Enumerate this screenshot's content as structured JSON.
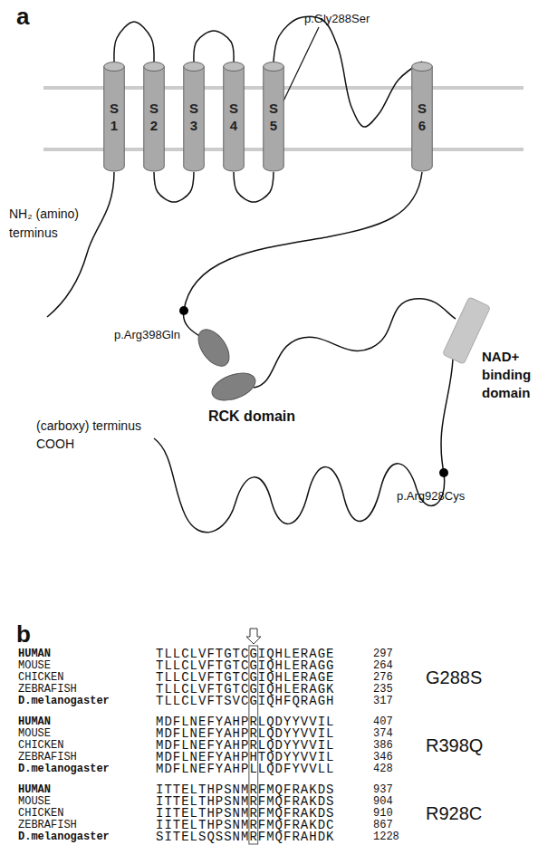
{
  "diagram": {
    "nodes": [
      {
        "text": [
          "S 1"
        ]
      },
      {
        "text": [
          "S 2"
        ]
      },
      {
        "text": [
          "S 3"
        ]
      },
      {
        "text": [
          "S 4"
        ]
      },
      {
        "text": [
          "S 5"
        ]
      },
      {
        "text": [
          "S 6"
        ]
      }
    ],
    "edges": [
      {
        "from": 0,
        "to": 1,
        "arrow": "none"
      },
      {
        "from": 1,
        "to": 2,
        "arrow": "none"
      },
      {
        "from": 2,
        "to": 3,
        "arrow": "none"
      },
      {
        "from": 3,
        "to": 4,
        "arrow": "none"
      },
      {
        "from": 4,
        "to": 5,
        "arrow": "none"
      }
    ],
    "labels": [
      "a",
      "p.Gly288Ser",
      "NH₂ (amino) terminus",
      "p.Arg398Gln",
      "RCK domain",
      "NAD+ binding domain",
      "p.Arg928Cys",
      "(carboxy) terminus COOH",
      "b",
      "HUMAN",
      "TLLCLVFTGTCGIQHLERAGE",
      "297",
      "MOUSE",
      "TLLCLVFTGTCGIQHLERAGG",
      "264",
      "CHICKEN",
      "TLLCLVFTGTCGIQHLERAGE",
      "276",
      "ZEBRAFISH",
      "TLLCLVFTGTCGIQHLERAGK",
      "235",
      "D.melanogaster",
      "TLLCLVFTSVCGIQHFQRAGH",
      "317",
      "G288S",
      "HUMAN",
      "MDFLNEFYAHPRLQDYYVVIL",
      "407",
      "MOUSE",
      "MDFLNEFYAHPRLQDYYVVIL",
      "374",
      "CHICKEN",
      "MDFLNEFYAHPRLQDYYVVIL",
      "386",
      "ZEBRAFISH",
      "MDFLNEFYAHPHTQDYYVVIL",
      "346",
      "D.melanogaster",
      "MDFLNEFYAHPLLQDFYVVLL",
      "428",
      "R398Q",
      "HUMAN",
      "ITTELTHPSNMRFMQFRAKDS",
      "937",
      "MOUSE",
      "ITTELTHPSNMRFMQFRAKDS",
      "904",
      "CHICKEN",
      "IITELTHPSNMRFMQFRAKDS",
      "910",
      "ZEBRAFISH",
      "IITELTHPSNMRFMQFRAKDC",
      "867",
      "D.melanogaster",
      "SITELSQSSNMRFMQFRAHDK",
      "1228",
      "R928C"
    ]
  }
}
